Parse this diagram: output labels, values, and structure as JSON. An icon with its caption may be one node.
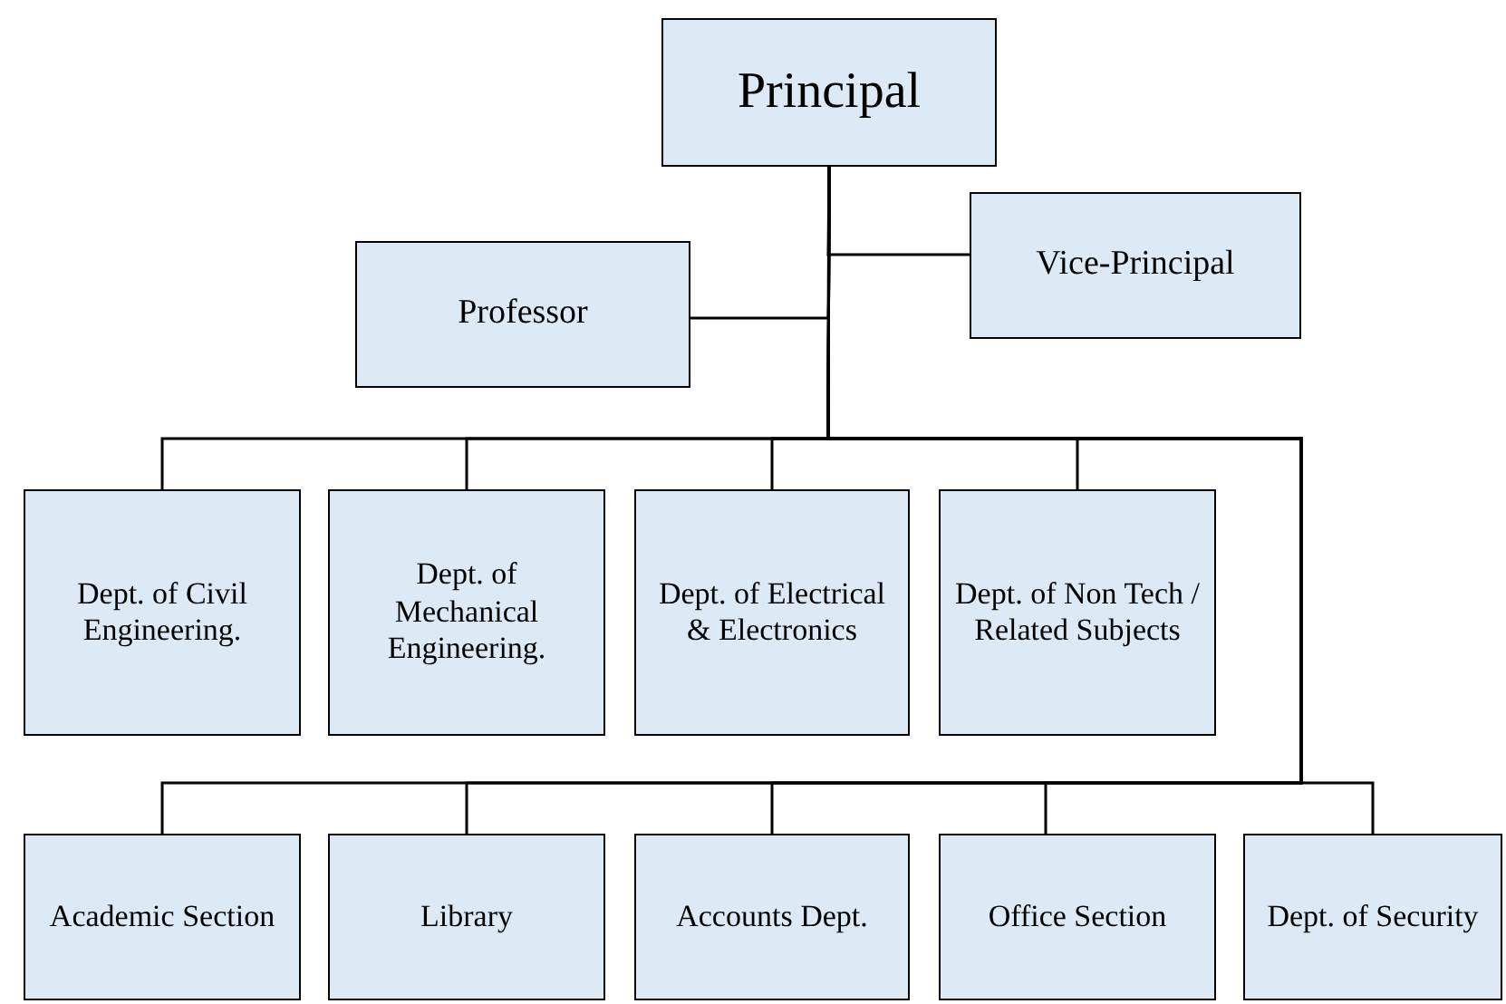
{
  "diagram": {
    "nodes": [
      {
        "text": [
          "Principal"
        ]
      },
      {
        "text": [
          "Professor"
        ]
      },
      {
        "text": [
          "Vice-Principal"
        ]
      },
      {
        "text": [
          "Dept. of Civil Engineering."
        ]
      },
      {
        "text": [
          "Dept. of Mechanical Engineering."
        ]
      },
      {
        "text": [
          "Dept. of Electrical & Electronics"
        ]
      },
      {
        "text": [
          "Dept. of Non Tech / Related Subjects"
        ]
      },
      {
        "text": [
          "Academic Section"
        ]
      },
      {
        "text": [
          "Library"
        ]
      },
      {
        "text": [
          "Accounts Dept."
        ]
      },
      {
        "text": [
          "Office Section"
        ]
      },
      {
        "text": [
          "Dept. of Security"
        ]
      }
    ],
    "edges": [
      {
        "from": 0,
        "to": 1,
        "arrow": "none"
      },
      {
        "from": 0,
        "to": 2,
        "arrow": "none"
      },
      {
        "from": 0,
        "to": 3,
        "arrow": "none"
      },
      {
        "from": 0,
        "to": 4,
        "arrow": "none"
      },
      {
        "from": 0,
        "to": 5,
        "arrow": "none"
      },
      {
        "from": 0,
        "to": 6,
        "arrow": "none"
      },
      {
        "from": 0,
        "to": 7,
        "arrow": "none"
      },
      {
        "from": 0,
        "to": 8,
        "arrow": "none"
      },
      {
        "from": 0,
        "to": 9,
        "arrow": "none"
      },
      {
        "from": 0,
        "to": 10,
        "arrow": "none"
      },
      {
        "from": 0,
        "to": 11,
        "arrow": "none"
      }
    ]
  }
}
